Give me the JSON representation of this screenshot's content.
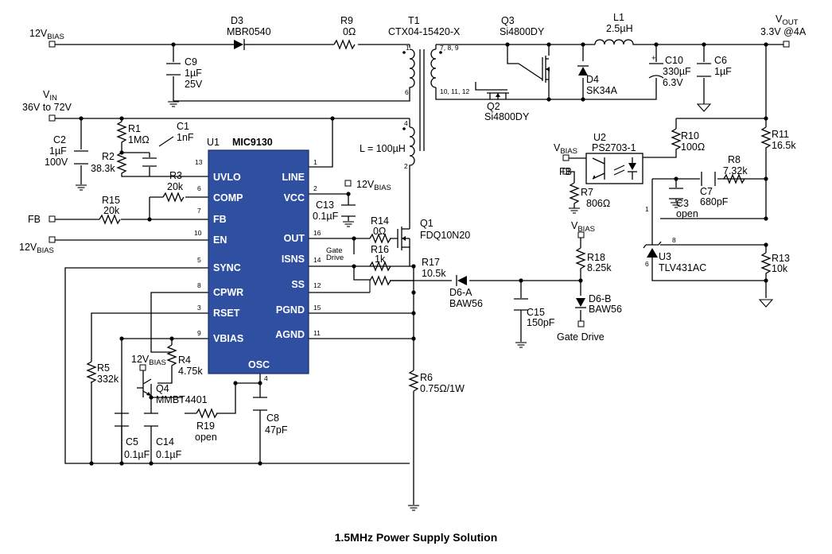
{
  "chip": {
    "ref": "U1",
    "part": "MIC9130",
    "pins_left": [
      "UVLO",
      "COMP",
      "FB",
      "EN",
      "SYNC",
      "CPWR",
      "RSET",
      "VBIAS"
    ],
    "pins_right": [
      "LINE",
      "VCC",
      "OUT",
      "ISNS",
      "SS",
      "PGND",
      "AGND"
    ],
    "pin_bottom": "OSC",
    "num_left": [
      "13",
      "6",
      "7",
      "10",
      "5",
      "8",
      "3",
      "9"
    ],
    "num_right": [
      "1",
      "2",
      "16",
      "14",
      "12",
      "15",
      "11"
    ],
    "num_bottom": "4"
  },
  "nets": {
    "bias_top": {
      "text": "12V",
      "sub": "BIAS"
    },
    "vin": {
      "text": "V",
      "sub": "IN",
      "range": "36V to 72V"
    },
    "fb_left": "FB",
    "bias_en": {
      "text": "12V",
      "sub": "BIAS"
    },
    "bias_vcc": {
      "text": "12V",
      "sub": "BIAS"
    },
    "bias_q4": {
      "text": "12V",
      "sub": "BIAS"
    },
    "vout": {
      "text": "V",
      "sub": "OUT",
      "value": "3.3V @4A"
    },
    "bias_u2": {
      "text": "V",
      "sub": "BIAS"
    },
    "fb_u2": "FB",
    "bias_r18": {
      "text": "V",
      "sub": "BIAS"
    },
    "gate_drive_small": [
      "Gate",
      "Drive"
    ],
    "gate_drive": "Gate Drive",
    "inductor_note": "L = 100µH"
  },
  "parts": {
    "D3": [
      "D3",
      "MBR0540"
    ],
    "R9": [
      "R9",
      "0Ω"
    ],
    "T1": [
      "T1",
      "CTX04-15420-X"
    ],
    "T1_pins": [
      "1",
      "6",
      "7, 8, 9",
      "10, 11, 12",
      "4",
      "2"
    ],
    "Q3": [
      "Q3",
      "Si4800DY"
    ],
    "Q2": [
      "Q2",
      "Si4800DY"
    ],
    "L1": [
      "L1",
      "2.5µH"
    ],
    "D4": [
      "D4",
      "SK34A"
    ],
    "C10": [
      "C10",
      "330µF",
      "6.3V"
    ],
    "C6": [
      "C6",
      "1µF"
    ],
    "C9": [
      "C9",
      "1µF",
      "25V"
    ],
    "C2": [
      "C2",
      "1µF",
      "100V"
    ],
    "R1": [
      "R1",
      "1MΩ"
    ],
    "C1": [
      "C1",
      "1nF"
    ],
    "R2": [
      "R2",
      "38.3k"
    ],
    "R3": [
      "R3",
      "20k"
    ],
    "R15": [
      "R15",
      "20k"
    ],
    "C13": [
      "C13",
      "0.1µF"
    ],
    "R14": [
      "R14",
      "0Ω"
    ],
    "Q1": [
      "Q1",
      "FDQ10N20"
    ],
    "R16": [
      "R16",
      "1k"
    ],
    "R17": [
      "R17",
      "10.5k"
    ],
    "D6A": [
      "D6-A",
      "BAW56"
    ],
    "C15": [
      "C15",
      "150pF"
    ],
    "R18": [
      "R18",
      "8.25k"
    ],
    "D6B": [
      "D6-B",
      "BAW56"
    ],
    "U2": [
      "U2",
      "PS2703-1"
    ],
    "R10": [
      "R10",
      "100Ω"
    ],
    "R11": [
      "R11",
      "16.5k"
    ],
    "R7": [
      "R7",
      "806Ω"
    ],
    "R8": [
      "R8",
      "7.32k"
    ],
    "C7": [
      "C7",
      "680pF"
    ],
    "C3": [
      "C3",
      "open"
    ],
    "U3": [
      "U3",
      "TLV431AC"
    ],
    "U3_pins": [
      "1",
      "8",
      "6"
    ],
    "R13": [
      "R13",
      "10k"
    ],
    "R5": [
      "R5",
      "332k"
    ],
    "R4": [
      "R4",
      "4.75k"
    ],
    "Q4": [
      "Q4",
      "MMBT4401"
    ],
    "R19": [
      "R19",
      "open"
    ],
    "C5": [
      "C5",
      "0.1µF"
    ],
    "C14": [
      "C14",
      "0.1µF"
    ],
    "C8": [
      "C8",
      "47pF"
    ],
    "R6": [
      "R6",
      "0.75Ω/1W"
    ]
  },
  "caption": "1.5MHz Power Supply Solution"
}
